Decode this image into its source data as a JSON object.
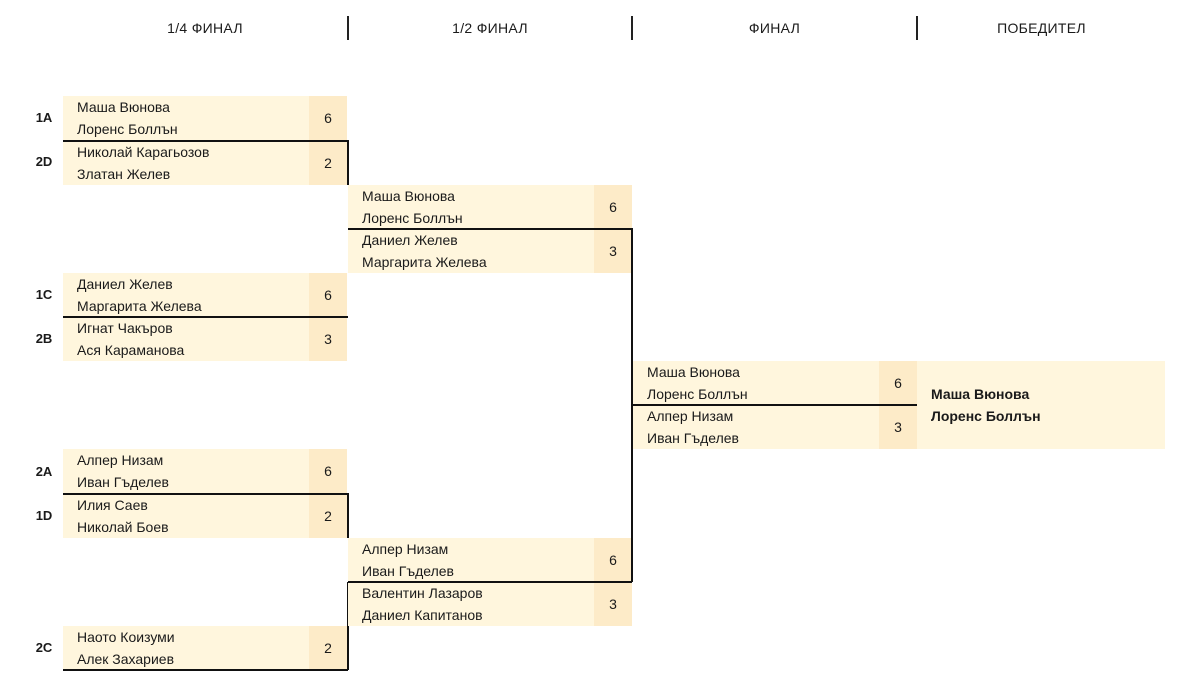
{
  "stages": {
    "quarter": "1/4 ФИНАЛ",
    "semi": "1/2 ФИНАЛ",
    "final": "ФИНАЛ",
    "winner": "ПОБЕДИТЕЛ"
  },
  "quarterfinals": [
    {
      "top": {
        "seed": "1A",
        "p1": "Маша Вюнова",
        "p2": "Лоренс Боллън",
        "score": "6"
      },
      "bottom": {
        "seed": "2D",
        "p1": "Николай Карагьозов",
        "p2": "Златан Желев",
        "score": "2"
      }
    },
    {
      "top": {
        "seed": "1C",
        "p1": "Даниел Желев",
        "p2": "Маргарита Желева",
        "score": "6"
      },
      "bottom": {
        "seed": "2B",
        "p1": "Игнат Чакъров",
        "p2": "Ася Караманова",
        "score": "3"
      }
    },
    {
      "top": {
        "seed": "2A",
        "p1": "Алпер Низам",
        "p2": "Иван Гъделев",
        "score": "6"
      },
      "bottom": {
        "seed": "1D",
        "p1": "Илия Саев",
        "p2": "Николай Боев",
        "score": "2"
      }
    },
    {
      "top": {
        "seed": "2C",
        "p1": "Наото Коизуми",
        "p2": "Алек Захариев",
        "score": "2"
      }
    }
  ],
  "semifinals": [
    {
      "top": {
        "p1": "Маша Вюнова",
        "p2": "Лоренс Боллън",
        "score": "6"
      },
      "bottom": {
        "p1": "Даниел Желев",
        "p2": "Маргарита Желева",
        "score": "3"
      }
    },
    {
      "top": {
        "p1": "Алпер Низам",
        "p2": "Иван Гъделев",
        "score": "6"
      },
      "bottom": {
        "p1": "Валентин Лазаров",
        "p2": "Даниел Капитанов",
        "score": "3"
      }
    }
  ],
  "final": {
    "top": {
      "p1": "Маша Вюнова",
      "p2": "Лоренс Боллън",
      "score": "6"
    },
    "bottom": {
      "p1": "Алпер Низам",
      "p2": "Иван Гъделев",
      "score": "3"
    }
  },
  "winner": {
    "p1": "Маша Вюнова",
    "p2": "Лоренс Боллън"
  }
}
